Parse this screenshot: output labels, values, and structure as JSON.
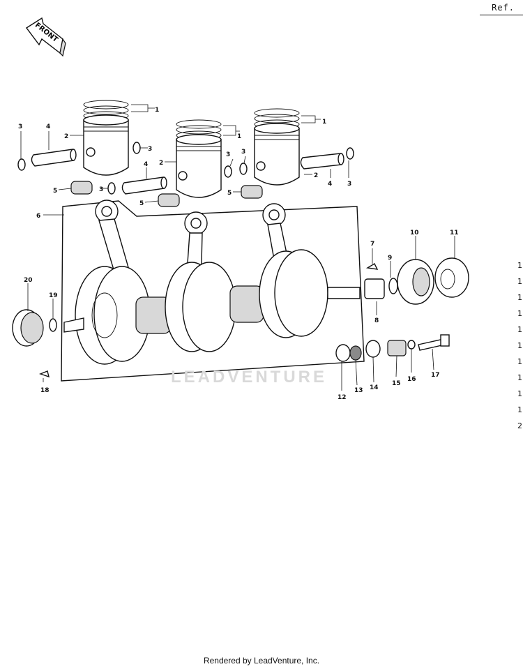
{
  "header": {
    "ref_label": "Ref."
  },
  "front_arrow": {
    "label": "FRONT"
  },
  "watermark": "LEADVENTURE",
  "footer": {
    "text": "Rendered by LeadVenture, Inc."
  },
  "callouts": {
    "c1a": "1",
    "c1b": "1",
    "c1c": "1",
    "c2a": "2",
    "c2b": "2",
    "c2c": "2",
    "c3a": "3",
    "c3b": "3",
    "c3c": "3",
    "c3d": "3",
    "c3e": "3",
    "c3f": "3",
    "c4a": "4",
    "c4b": "4",
    "c4c": "4",
    "c5a": "5",
    "c5b": "5",
    "c5c": "5",
    "c6": "6",
    "c7": "7",
    "c8": "8",
    "c9": "9",
    "c10": "10",
    "c11": "11",
    "c12": "12",
    "c13": "13",
    "c14": "14",
    "c15": "15",
    "c16": "16",
    "c17": "17",
    "c18": "18",
    "c19": "19",
    "c20": "20"
  },
  "right_edge_numbers": [
    "1",
    "1",
    "1",
    "1",
    "1",
    "1",
    "1",
    "1",
    "1",
    "1",
    "2"
  ]
}
